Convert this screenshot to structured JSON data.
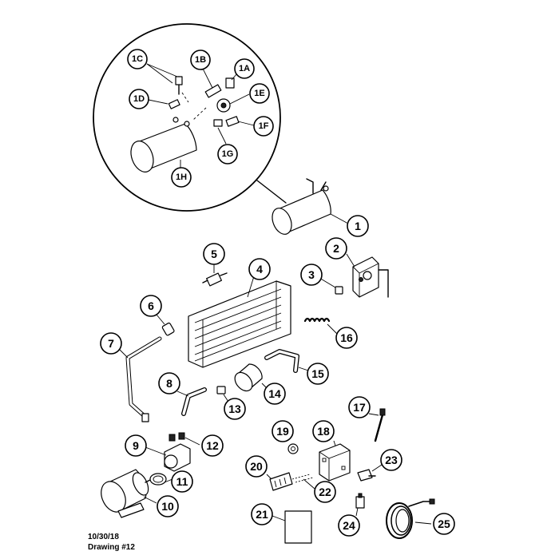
{
  "callouts": {
    "c1A": "1A",
    "c1B": "1B",
    "c1C": "1C",
    "c1D": "1D",
    "c1E": "1E",
    "c1F": "1F",
    "c1G": "1G",
    "c1H": "1H",
    "c1": "1",
    "c2": "2",
    "c3": "3",
    "c4": "4",
    "c5": "5",
    "c6": "6",
    "c7": "7",
    "c8": "8",
    "c9": "9",
    "c10": "10",
    "c11": "11",
    "c12": "12",
    "c13": "13",
    "c14": "14",
    "c15": "15",
    "c16": "16",
    "c17": "17",
    "c18": "18",
    "c19": "19",
    "c20": "20",
    "c21": "21",
    "c22": "22",
    "c23": "23",
    "c24": "24",
    "c25": "25"
  },
  "footer": {
    "date": "10/30/18",
    "drawing": "Drawing #12"
  }
}
